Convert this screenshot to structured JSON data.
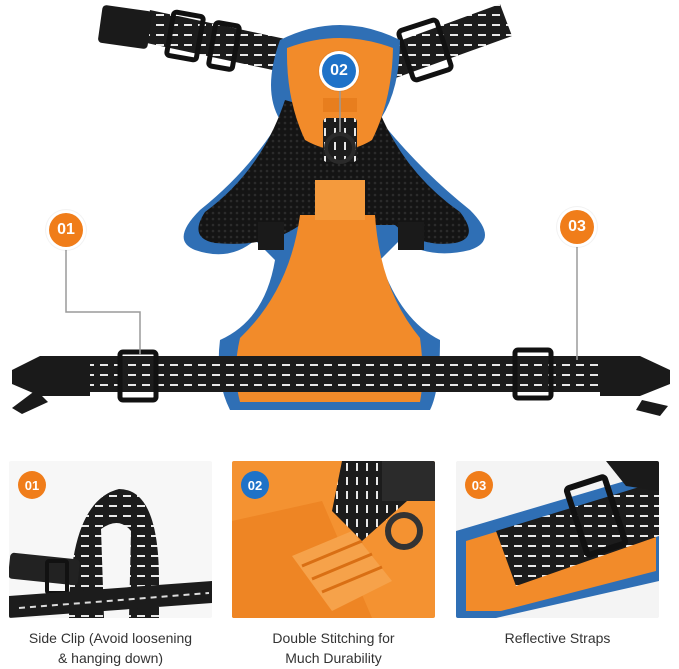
{
  "colors": {
    "orange": "#f08a24",
    "orange_light": "#f4a04a",
    "blue_trim": "#2f6fb5",
    "blue_badge": "#1e72c8",
    "black_strap": "#1c1c1c",
    "reflective": "#e6e6e6"
  },
  "callouts": [
    {
      "number": "01",
      "color": "#f07d1a"
    },
    {
      "number": "02",
      "color": "#1e72c8"
    },
    {
      "number": "03",
      "color": "#f07d1a"
    }
  ],
  "features": [
    {
      "number": "01",
      "badge_color": "#f07d1a",
      "caption_line1": "Side Clip (Avoid loosening",
      "caption_line2": "& hanging down)"
    },
    {
      "number": "02",
      "badge_color": "#1e72c8",
      "caption_line1": "Double Stitching for",
      "caption_line2": "Much Durability"
    },
    {
      "number": "03",
      "badge_color": "#f07d1a",
      "caption_line1": "Reflective Straps",
      "caption_line2": ""
    }
  ]
}
